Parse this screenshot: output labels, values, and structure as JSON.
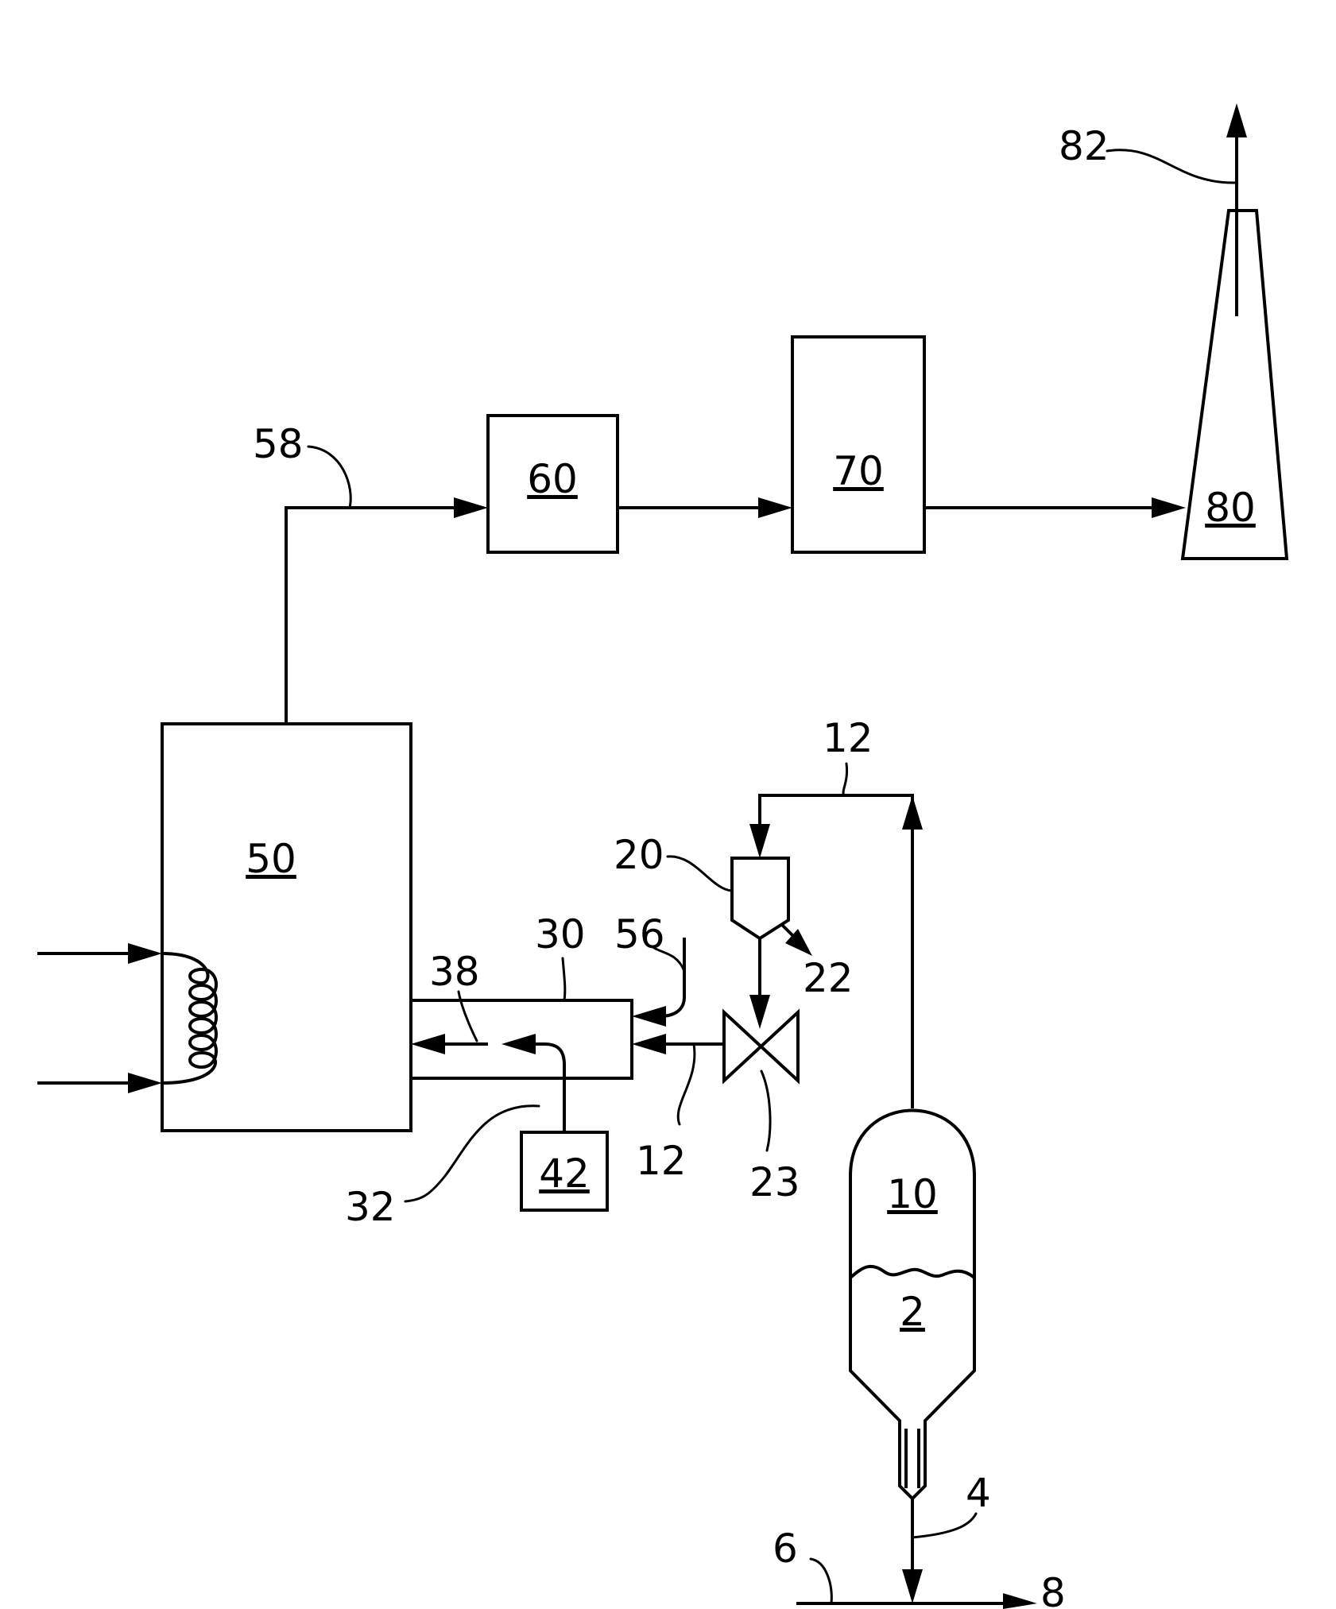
{
  "units": {
    "boiler": "50",
    "unit_60": "60",
    "unit_70": "70",
    "stack": "80",
    "duct": "30",
    "separator": "20",
    "valve": "23",
    "source": "42",
    "vessel": "10",
    "material": "2"
  },
  "streams": {
    "s82": "82",
    "s58": "58",
    "s12_top": "12",
    "s56": "56",
    "s38": "38",
    "s22": "22",
    "s12_lower": "12",
    "s23_ref": "23",
    "s32": "32",
    "s4": "4",
    "s6": "6",
    "s8": "8"
  }
}
